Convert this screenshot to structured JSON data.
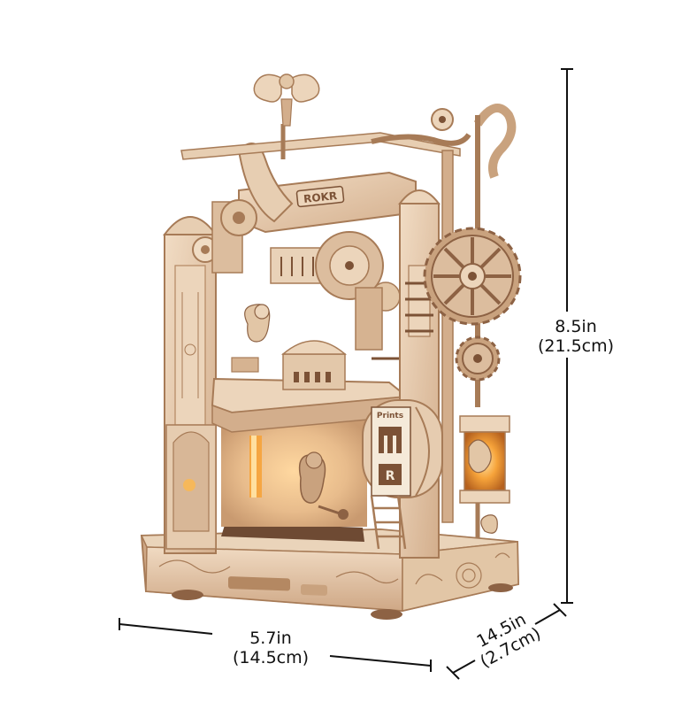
{
  "product": {
    "name": "wooden printing press model kit",
    "brand_mark": "ROKR",
    "badge_text": "Prints",
    "badge_letter": "R"
  },
  "dimensions": {
    "height": {
      "imperial": "8.5in",
      "metric": "(21.5cm)"
    },
    "width": {
      "imperial": "5.7in",
      "metric": "(14.5cm)"
    },
    "depth": {
      "imperial": "14.5in",
      "metric": "(2.7cm)"
    }
  },
  "colors": {
    "wood_light": "#e9d2b8",
    "wood_mid": "#d7b696",
    "wood_dark": "#a77b57",
    "wood_engrave": "#7c5236",
    "glow": "#f6a33a",
    "line": "#111111"
  }
}
